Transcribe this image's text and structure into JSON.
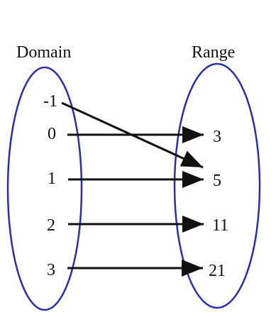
{
  "titles": {
    "domain": "Domain",
    "range": "Range"
  },
  "domain_values": [
    "-1",
    "0",
    "1",
    "2",
    "3"
  ],
  "range_values": [
    "3",
    "5",
    "11",
    "21"
  ],
  "mapping": [
    {
      "from": "-1",
      "to": "5"
    },
    {
      "from": "0",
      "to": "3"
    },
    {
      "from": "1",
      "to": "5"
    },
    {
      "from": "2",
      "to": "11"
    },
    {
      "from": "3",
      "to": "21"
    }
  ],
  "colors": {
    "ellipse": "#2b2ea8",
    "arrow": "#111111"
  }
}
